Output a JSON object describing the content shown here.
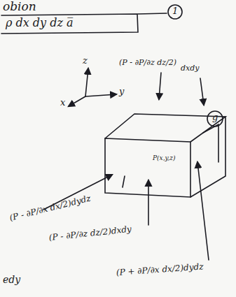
{
  "diagram": {
    "nodes": [
      {
        "text": [
          "ρ dx dy dz a̅"
        ]
      }
    ],
    "labels": [
      "obion",
      "1",
      "z",
      "y",
      "x",
      "(P - ∂P/∂z dz/2)",
      "dxdy",
      "g",
      "P(x,y,z)",
      "(P - ∂P/∂x dx/2)dydz",
      "(P - ∂P/∂z dz/2)dxdy",
      "(P + ∂P/∂x dx/2)dydz",
      "edy"
    ]
  }
}
